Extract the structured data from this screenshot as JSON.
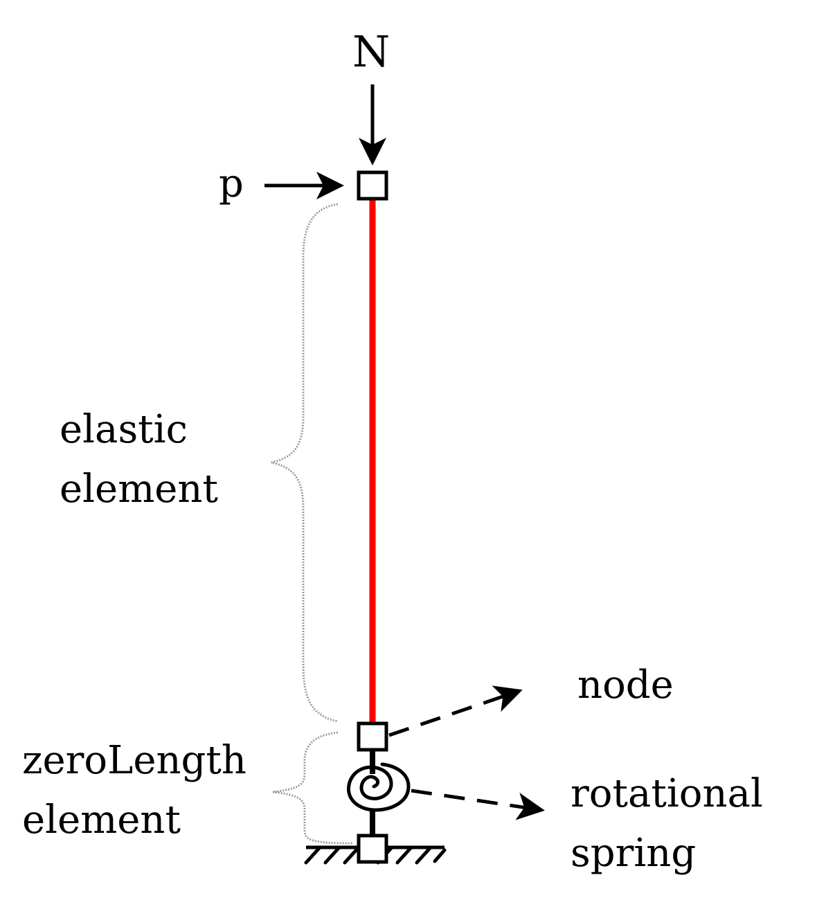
{
  "labels": {
    "axial_load": "N",
    "lateral_load": "p",
    "elastic_element": [
      "elastic",
      "element"
    ],
    "zerolength_element": [
      "zeroLength",
      "element"
    ],
    "node": "node",
    "rotational_spring": [
      "rotational",
      "spring"
    ]
  },
  "colors": {
    "column": "#ff0000",
    "ink": "#000000",
    "brace": "#9a9a9a"
  }
}
